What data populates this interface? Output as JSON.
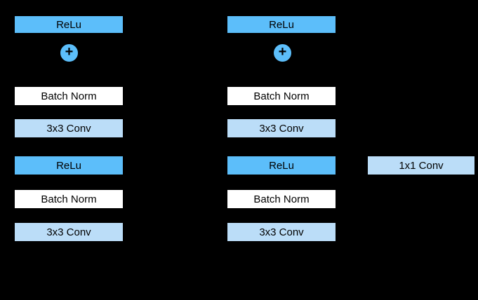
{
  "diagram": {
    "kind": "residual-block-comparison",
    "background": "#000000",
    "colors": {
      "relu_fill": "#5cbefa",
      "conv_fill": "#bbddf8",
      "norm_fill": "#ffffff",
      "border": "#000000",
      "text": "#000000"
    },
    "columns": [
      {
        "name": "left-residual-block",
        "blocks": [
          {
            "id": "relu-output",
            "label": "ReLu"
          },
          {
            "id": "add",
            "label": "+"
          },
          {
            "id": "batch-norm-2",
            "label": "Batch Norm"
          },
          {
            "id": "conv-2",
            "label": "3x3 Conv"
          },
          {
            "id": "relu-mid",
            "label": "ReLu"
          },
          {
            "id": "batch-norm-1",
            "label": "Batch Norm"
          },
          {
            "id": "conv-1",
            "label": "3x3 Conv"
          }
        ]
      },
      {
        "name": "right-residual-block",
        "blocks": [
          {
            "id": "relu-output",
            "label": "ReLu"
          },
          {
            "id": "add",
            "label": "+"
          },
          {
            "id": "batch-norm-2",
            "label": "Batch Norm"
          },
          {
            "id": "conv-2",
            "label": "3x3 Conv"
          },
          {
            "id": "relu-mid",
            "label": "ReLu"
          },
          {
            "id": "batch-norm-1",
            "label": "Batch Norm"
          },
          {
            "id": "conv-1",
            "label": "3x3 Conv"
          }
        ]
      }
    ],
    "shortcut_block": {
      "id": "conv-1x1",
      "label": "1x1 Conv"
    }
  }
}
